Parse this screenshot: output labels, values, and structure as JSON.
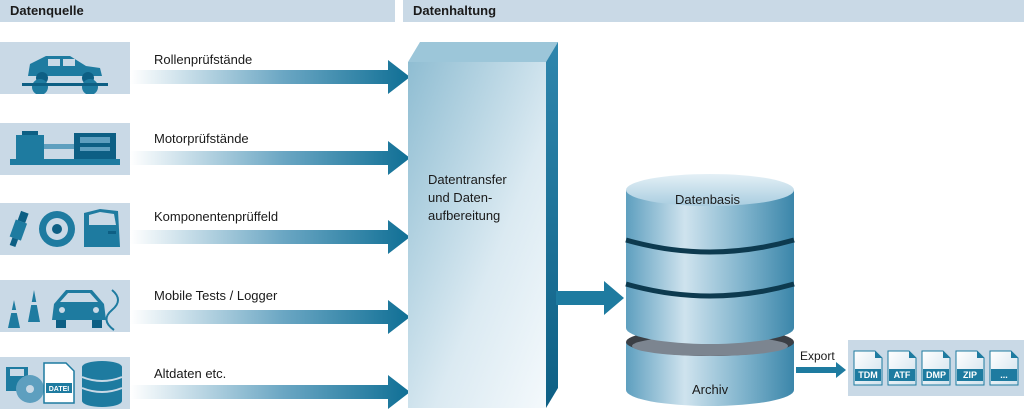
{
  "headers": {
    "left": "Datenquelle",
    "right": "Datenhaltung"
  },
  "sources": [
    {
      "label": "Rollenprüfstände",
      "icon": "car-on-roller-dyno-icon"
    },
    {
      "label": "Motorprüfstände",
      "icon": "engine-test-bench-icon"
    },
    {
      "label": "Komponentenprüffeld",
      "icon": "components-icon"
    },
    {
      "label": "Mobile Tests / Logger",
      "icon": "car-with-cones-icon"
    },
    {
      "label": "Altdaten etc.",
      "icon": "legacy-data-icon"
    }
  ],
  "tower": {
    "label": "Datentransfer\nund Daten-\naufbereitung"
  },
  "database": {
    "top_label": "Datenbasis",
    "bottom_label": "Archiv"
  },
  "export": {
    "label": "Export"
  },
  "file_icon_text": {
    "datei": "DATEI"
  },
  "file_formats": [
    "TDM",
    "ATF",
    "DMP",
    "ZIP",
    "..."
  ],
  "colors": {
    "accent": "#0f6f95",
    "header_bg": "#c9d9e6",
    "icon_fg": "#1e7ba0"
  }
}
